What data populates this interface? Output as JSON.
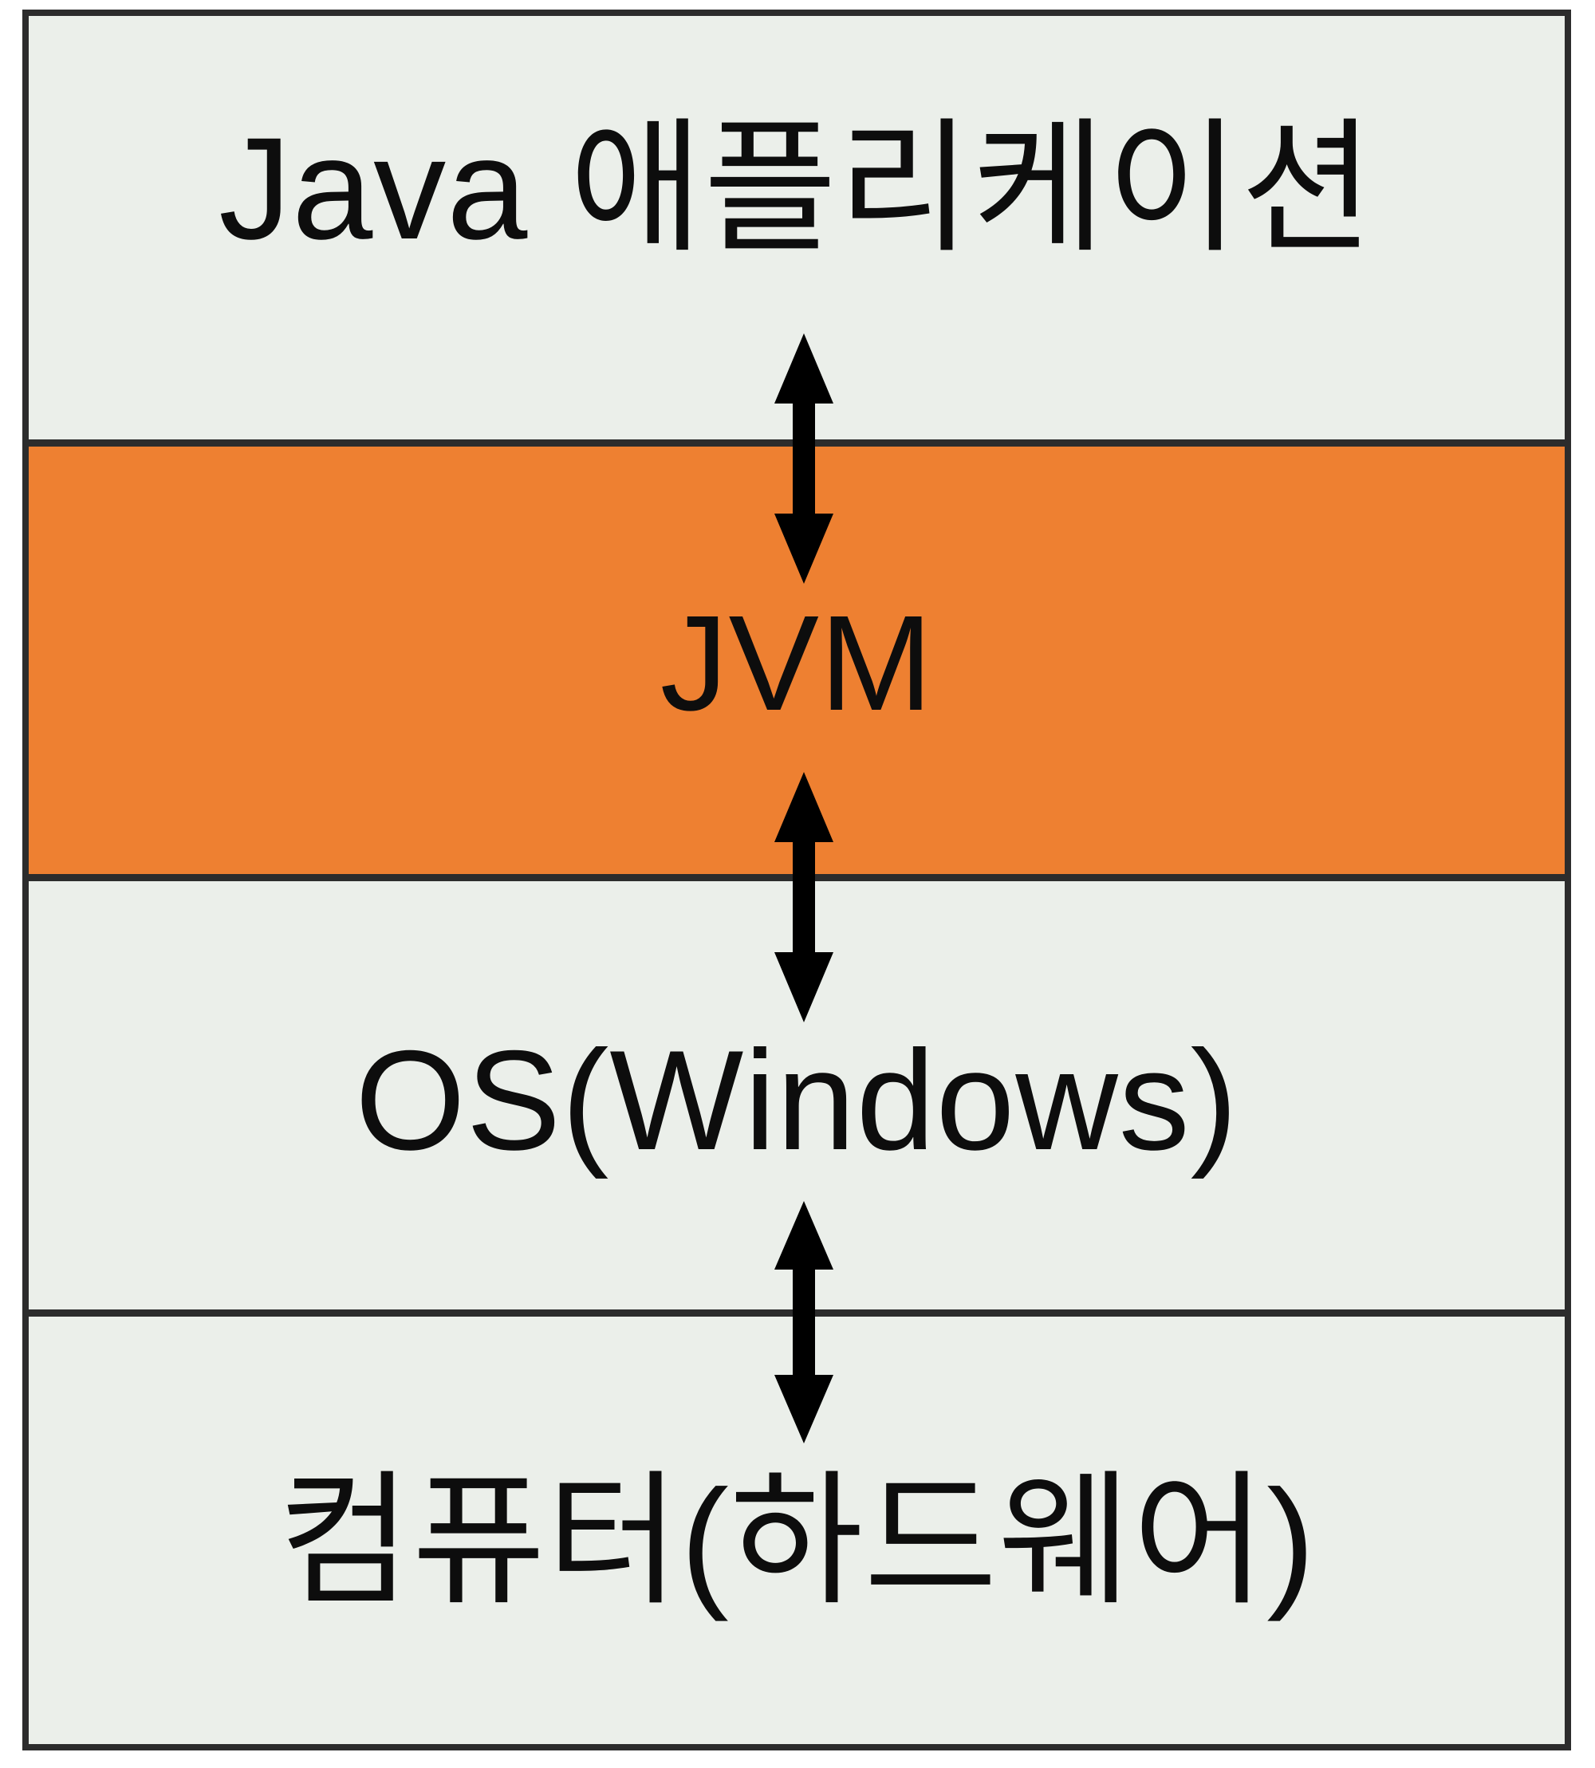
{
  "diagram": {
    "title": "Java platform stack",
    "orientation": "vertical",
    "colors": {
      "highlight": "#ee8031",
      "surface": "#ebefea",
      "border": "#2c2c2c",
      "text": "#0d0d0d"
    },
    "layers": [
      {
        "id": "application",
        "label": "Java 애플리케이션",
        "background": "#ebefea",
        "highlighted": false
      },
      {
        "id": "jvm",
        "label": "JVM",
        "background": "#ee8031",
        "highlighted": true
      },
      {
        "id": "os",
        "label": "OS(Windows)",
        "background": "#ebefea",
        "highlighted": false
      },
      {
        "id": "hardware",
        "label": "컴퓨터(하드웨어)",
        "background": "#ebefea",
        "highlighted": false
      }
    ],
    "connectors": [
      {
        "id": "application-jvm",
        "from": "Java 애플리케이션",
        "to": "JVM",
        "style": "double-headed-arrow"
      },
      {
        "id": "jvm-os",
        "from": "JVM",
        "to": "OS(Windows)",
        "style": "double-headed-arrow"
      },
      {
        "id": "os-hardware",
        "from": "OS(Windows)",
        "to": "컴퓨터(하드웨어)",
        "style": "double-headed-arrow"
      }
    ]
  }
}
